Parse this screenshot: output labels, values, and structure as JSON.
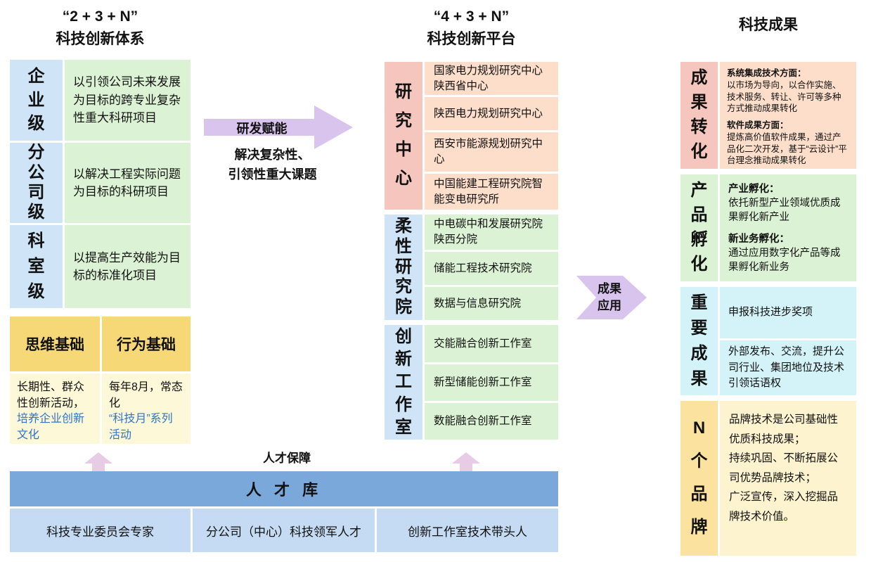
{
  "left": {
    "title1": "“2 + 3 + N”",
    "title2": "科技创新体系",
    "levels": [
      {
        "label": "企业级",
        "desc": "以引领公司未来发展为目标的跨专业复杂性重大科研项目"
      },
      {
        "label": "分公司级",
        "desc": "以解决工程实际问题为目标的科研项目"
      },
      {
        "label": "科室级",
        "desc": "以提高生产效能为目标的标准化项目"
      }
    ],
    "foundations": [
      {
        "header": "思维基础",
        "text": "长期性、群众性创新活动，",
        "highlight": "培养企业创新文化"
      },
      {
        "header": "行为基础",
        "text": "每年8月，常态化",
        "highlight": "“科技月”系列活动"
      }
    ]
  },
  "rd_arrow": {
    "label": "研发赋能",
    "note1": "解决复杂性、",
    "note2": "引领性重大课题"
  },
  "middle": {
    "title1": "“4 + 3 + N”",
    "title2": "科技创新平台",
    "groups": [
      {
        "label": "研究中心",
        "items": [
          "国家电力规划研究中心陕西省中心",
          "陕西电力规划研究中心",
          "西安市能源规划研究中心",
          "中国能建工程研究院智能变电研究所"
        ]
      },
      {
        "label": "柔性研究院",
        "items": [
          "中电碳中和发展研究院陕西分院",
          "储能工程技术研究院",
          "数据与信息研究院"
        ]
      },
      {
        "label": "创新工作室",
        "items": [
          "交能融合创新工作室",
          "新型储能创新工作室",
          "数能融合创新工作室"
        ]
      }
    ]
  },
  "apply_arrow": {
    "line1": "成果",
    "line2": "应用"
  },
  "right": {
    "title": "科技成果",
    "transform": {
      "label": "成果转化",
      "p1_head": "系统集成技术方面：",
      "p1_text": "以市场为导向，以合作实施、技术服务、转让、许可等多种方式推动成果转化",
      "p2_head": "软件成果方面：",
      "p2_text": "提炼高价值软件成果，通过产品化二次开发，基于“云设计”平台理念推动成果转化"
    },
    "incubate": {
      "label": "产品孵化",
      "p1_head": "产业孵化：",
      "p1_text": "依托新型产业领域优质成果孵化新产业",
      "p2_head": "新业务孵化：",
      "p2_text": "通过应用数字化产品等成果孵化新业务"
    },
    "major": {
      "label": "重要成果",
      "item1": "申报科技进步奖项",
      "item2": "外部发布、交流，提升公司行业、集团地位及技术引领话语权"
    },
    "brands": {
      "label": "N个品牌",
      "line1": "品牌技术是公司基础性优质科技成果；",
      "line2": "持续巩固、不断拓展公司优势品牌技术；",
      "line3": "广泛宣传，深入挖掘品牌技术价值。"
    }
  },
  "bottom": {
    "talent_guarantee": "人才保障",
    "talent_pool": "人 才 库",
    "roles": [
      "科技专业委员会专家",
      "分公司（中心）科技领军人才",
      "创新工作室技术带头人"
    ]
  },
  "colors": {
    "label_blue": "#cfe4f6",
    "green": "#dcf2d4",
    "pink": "#f4c6bd",
    "peach": "#fcdecb",
    "cyan": "#d4f3f8",
    "gold": "#f6d877",
    "pale_yellow": "#fdf9d8",
    "brand_yellow": "#fbe29e",
    "brand_pale": "#fdf3cf",
    "talent_bar": "#7ba8db",
    "role_blue": "#c5dbf3",
    "arrow_purple": "#d8c4ed",
    "up_arrow_pink": "#e8cbe5",
    "highlight_blue": "#2e74c8"
  }
}
